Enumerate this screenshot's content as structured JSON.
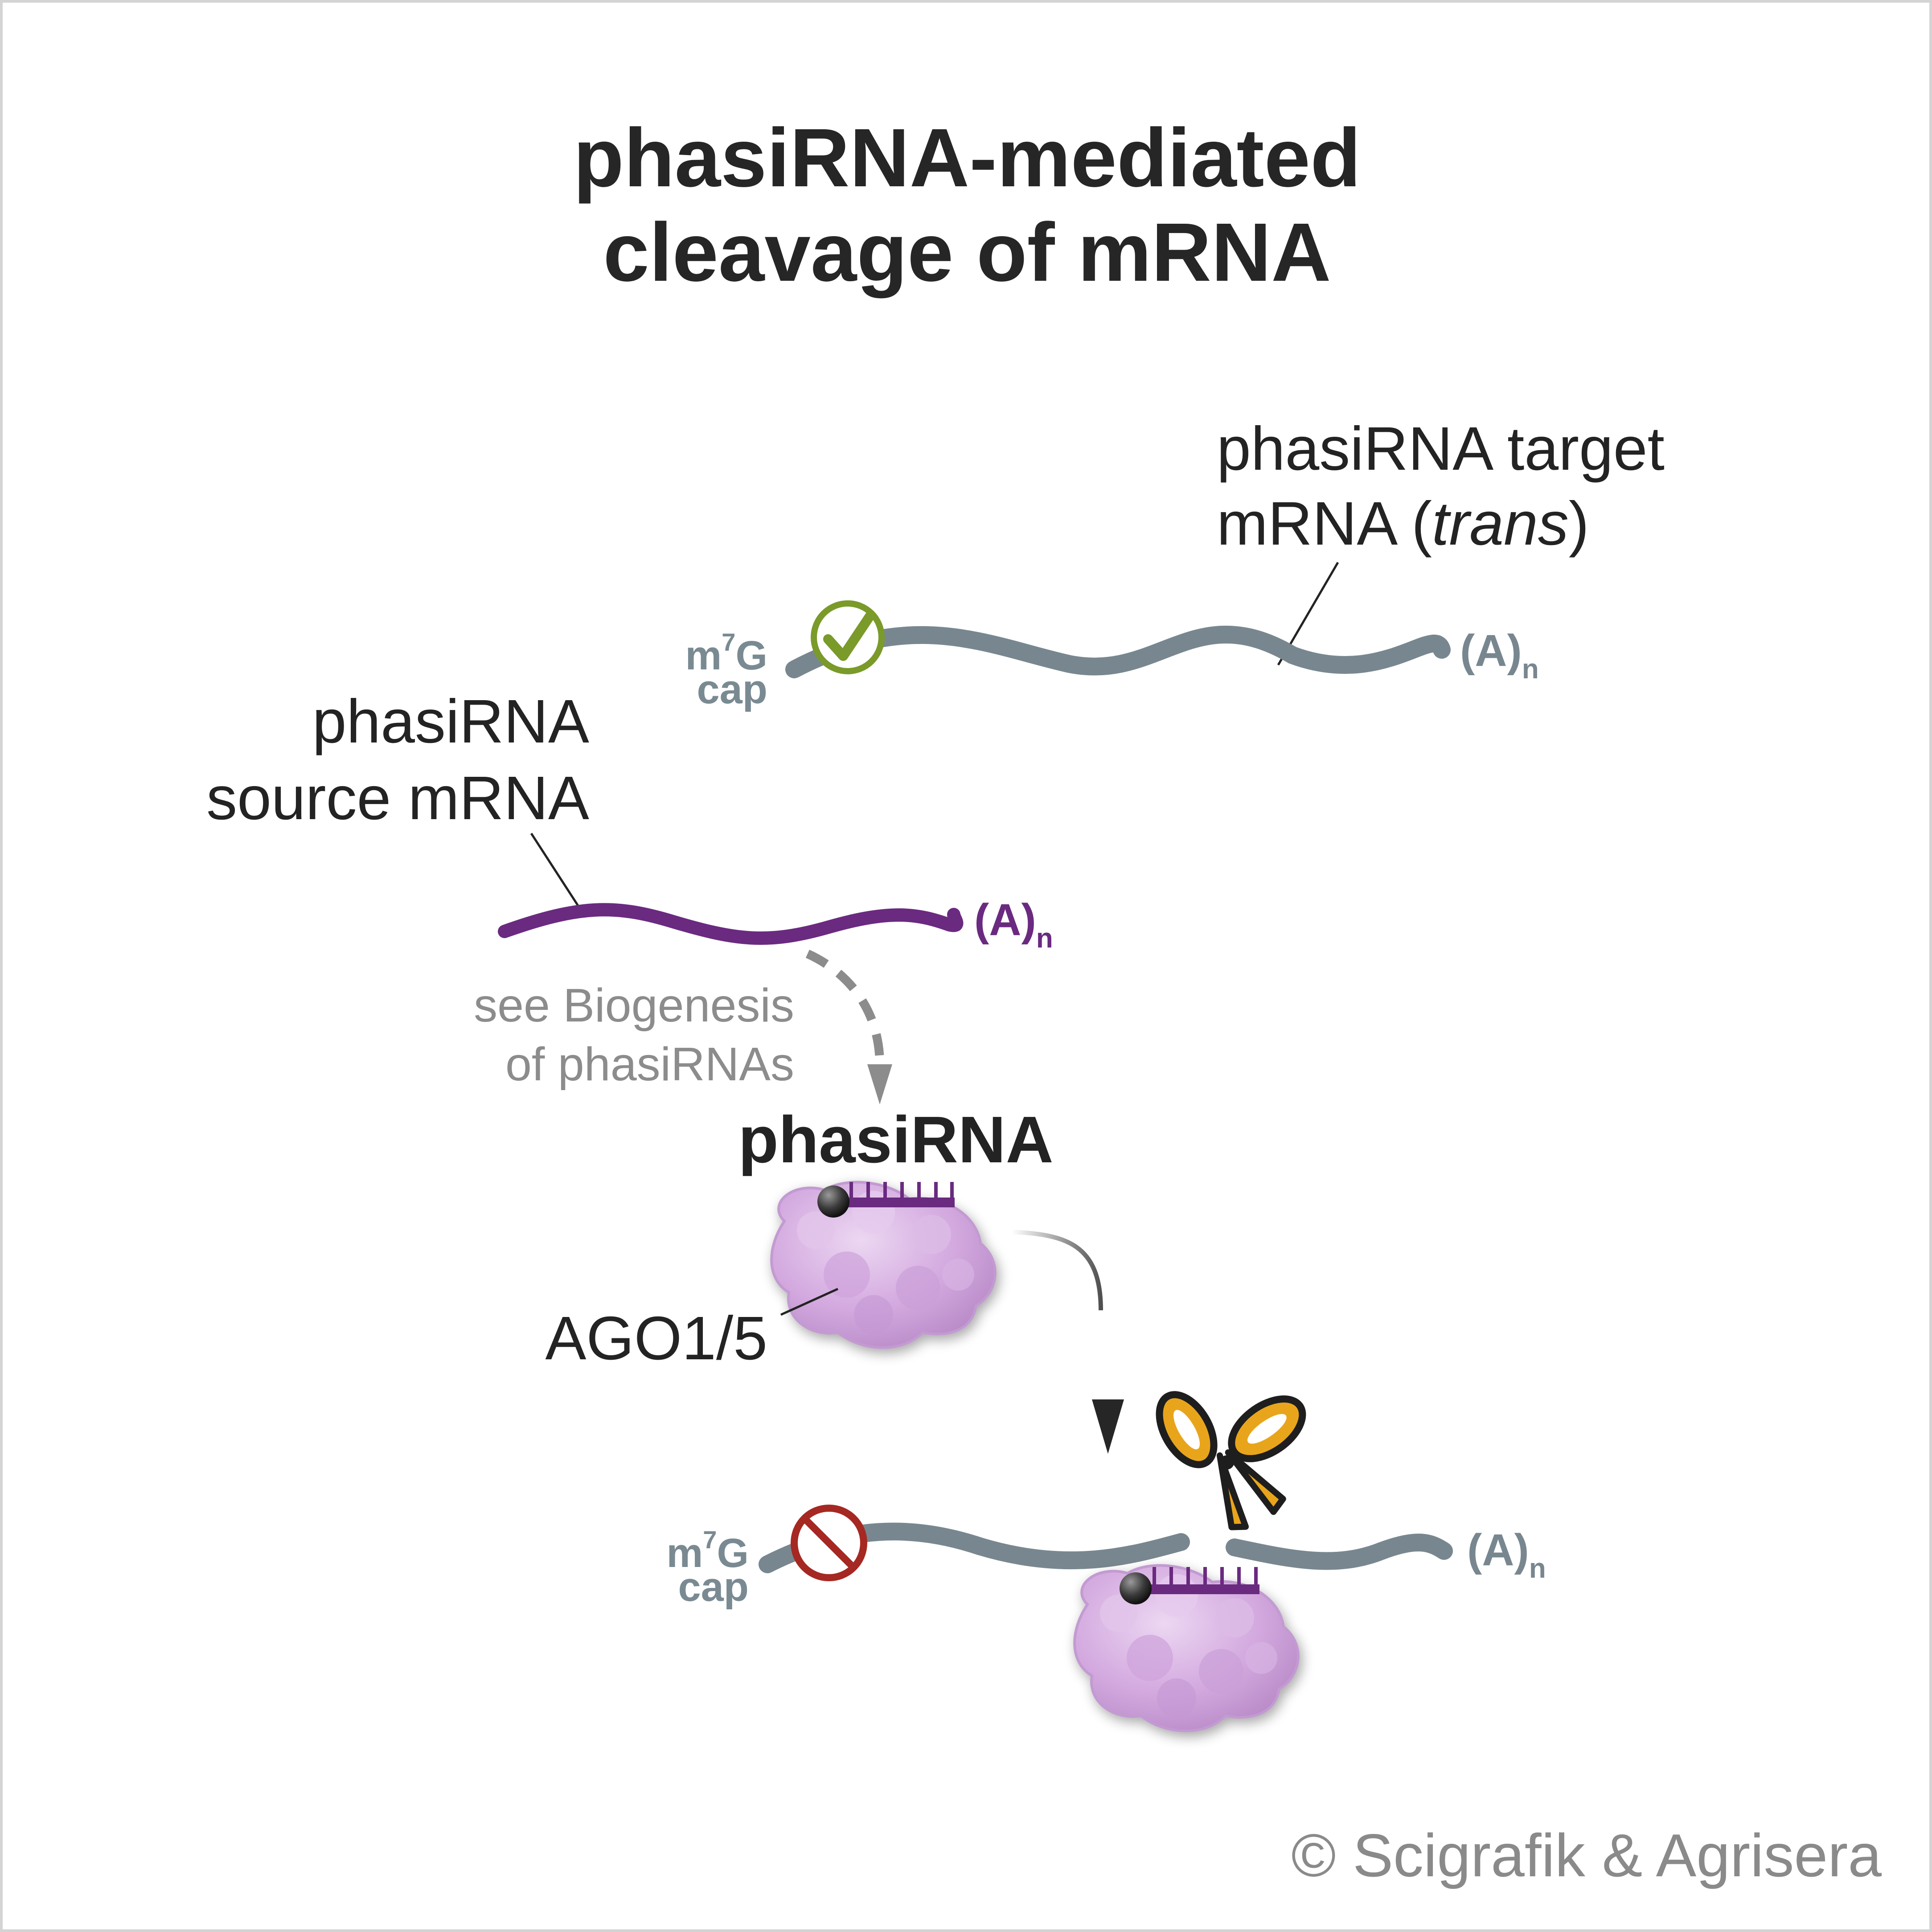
{
  "title": {
    "line1": "phasiRNA-mediated",
    "line2": "cleavage of mRNA"
  },
  "target_label": {
    "line1": "phasiRNA target",
    "line2_prefix": "mRNA (",
    "line2_italic": "trans",
    "line2_suffix": ")"
  },
  "source_label": {
    "line1": "phasiRNA",
    "line2": "source mRNA"
  },
  "cap": {
    "m": "m",
    "sup": "7",
    "g": "G",
    "word": "cap"
  },
  "polya": {
    "base": "(A)",
    "sub": "n"
  },
  "biogenesis_note": {
    "line1": "see Biogenesis",
    "line2": "of phasiRNAs"
  },
  "phasirna_label": "phasiRNA",
  "ago_label": "AGO1/5",
  "copyright": "© Scigrafik & Agrisera",
  "icons": {
    "translation_ok": "check-circle-icon",
    "translation_blocked": "prohibited-icon",
    "cleavage": "scissors-icon"
  },
  "colors": {
    "mrna_target": "#78878f",
    "mrna_source": "#6a2a80",
    "check": "#7a9a2a",
    "block": "#a52822",
    "scissors": "#e8a51c",
    "ago": "#d3a9df",
    "arrow": "#262626"
  }
}
